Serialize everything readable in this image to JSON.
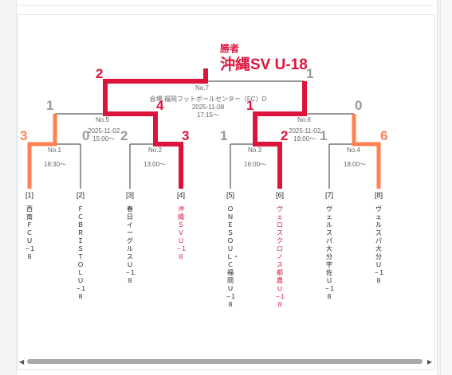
{
  "winner": {
    "label": "勝者",
    "name": "沖縄SV U-18"
  },
  "venue": {
    "line1": "会場:福岡フットボールセンター（FC）D",
    "line2": "2025-11-08",
    "line3": "17:15〜"
  },
  "matches": {
    "no7": "No.7",
    "no5": "No.5",
    "no6": "No.6",
    "no1": "No.1",
    "no2": "No.2",
    "no3": "No.3",
    "no4": "No.4",
    "date_left": "2025-11-02",
    "time_left": "15:00〜",
    "date_right": "2025-11-02",
    "time_right": "18:00〜",
    "time1": "18:30〜",
    "time2": "13:00〜",
    "time3": "16:00〜",
    "time4": "18:00〜"
  },
  "scores": {
    "final_left": "2",
    "final_right": "1",
    "semi1_left": "1",
    "semi1_right": "4",
    "semi2_left": "1",
    "semi2_right": "0",
    "r1_1": "3",
    "r1_2": "0",
    "r1_3": "2",
    "r1_4": "3",
    "r1_5": "1",
    "r1_6": "2",
    "r1_7": "1",
    "r1_8": "6"
  },
  "teams": [
    {
      "no": "[1]",
      "name": "西南ＦＣ　Ｕ−１８"
    },
    {
      "no": "[2]",
      "name": "ＦＣ　ＢＲＩＳＴＯＬ　Ｕ−１８"
    },
    {
      "no": "[3]",
      "name": "春日イーグルスＵ−１８"
    },
    {
      "no": "[4]",
      "name": "沖縄ＳＶ　Ｕ−１８"
    },
    {
      "no": "[5]",
      "name": "ＯＮＥ　ＳＯＵＬ・Ｃ福岡Ｕ−１８"
    },
    {
      "no": "[6]",
      "name": "ヴェロスクロノス都農Ｕ−１８"
    },
    {
      "no": "[7]",
      "name": "ヴェルスパ大分宇佐Ｕ−１８"
    },
    {
      "no": "[8]",
      "name": "ヴェルスパ大分Ｕ−１８"
    }
  ],
  "colors": {
    "winner_path": "#dc143c",
    "orange_path": "#ff8050",
    "line": "#333333"
  },
  "scrollbar": {
    "left_arrow": "◀",
    "right_arrow": "▶"
  }
}
